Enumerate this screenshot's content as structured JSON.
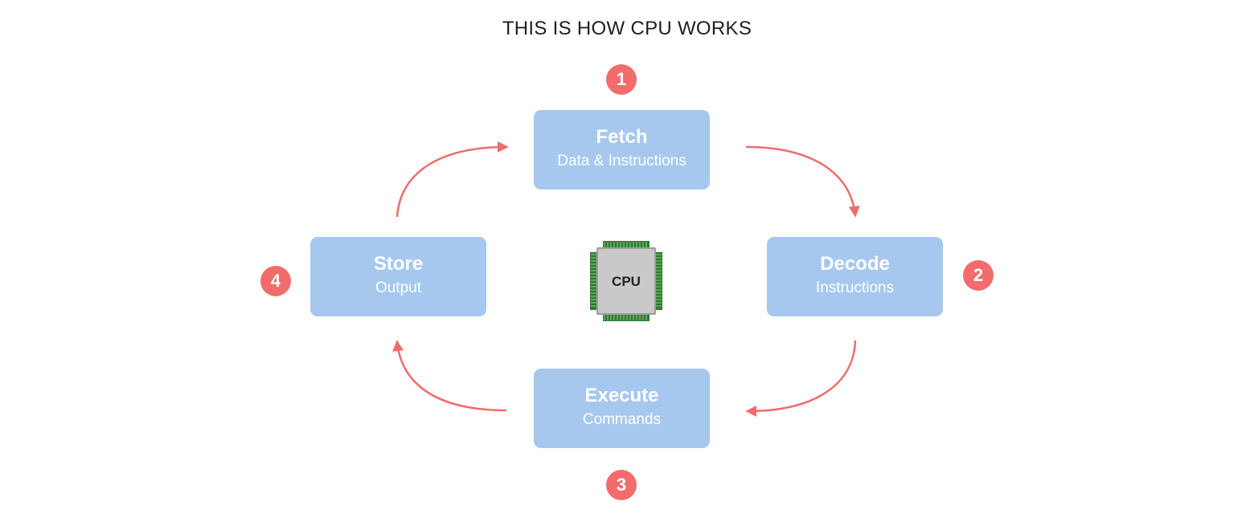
{
  "title": "THIS IS HOW CPU WORKS",
  "steps": [
    {
      "number": "1",
      "title": "Fetch",
      "subtitle": "Data & Instructions"
    },
    {
      "number": "2",
      "title": "Decode",
      "subtitle": "Instructions"
    },
    {
      "number": "3",
      "title": "Execute",
      "subtitle": "Commands"
    },
    {
      "number": "4",
      "title": "Store",
      "subtitle": "Output"
    }
  ],
  "center": {
    "label": "CPU",
    "icon": "cpu-chip-icon"
  },
  "colors": {
    "box": "#a6c8ef",
    "badge": "#f36c6c",
    "arrow": "#f06b6b",
    "text_on_box": "#ffffff",
    "title": "#1f1f1f"
  }
}
